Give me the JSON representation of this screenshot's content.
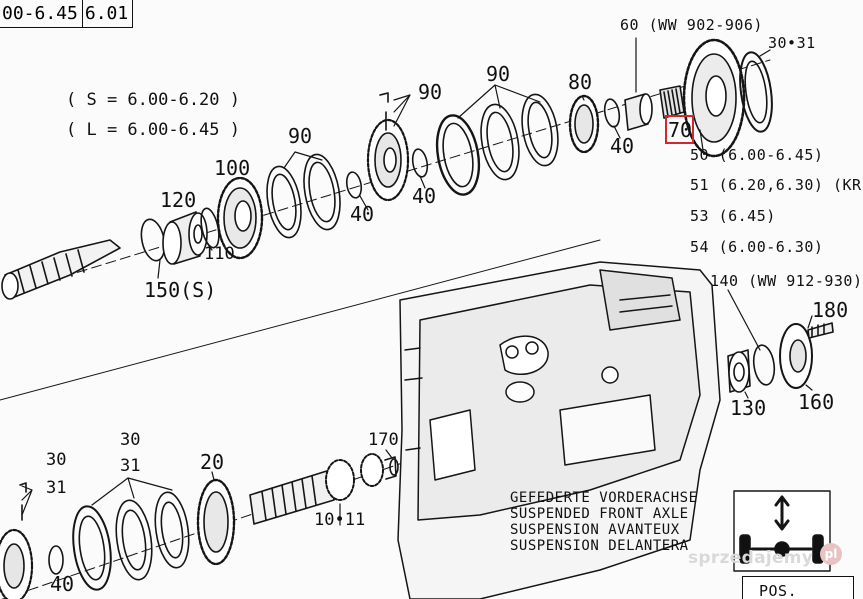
{
  "header": {
    "ref_a": "00-6.45",
    "ref_b": "6.01"
  },
  "models": {
    "s_line": "( S  =  6.00-6.20 )",
    "l_line": "( L  =  6.00-6.45 )"
  },
  "callouts": {
    "c60": "60 (WW 902-906)",
    "c3031_top": "30•31",
    "c90_a": "90",
    "c90_b": "90",
    "c90_c": "90",
    "c80": "80",
    "c40_a": "40",
    "c40_b": "40",
    "c40_c": "40",
    "c70": "70",
    "c100": "100",
    "c120": "120",
    "c110": "110",
    "c150": "150(S)",
    "c50": "50 (6.00-6.45)",
    "c51": "51 (6.20,6.30) (KR)",
    "c53": "53 (6.45)",
    "c54": "54 (6.00-6.30)",
    "c140": "140 (WW 912-930)",
    "c180": "180",
    "c130": "130",
    "c160": "160",
    "c170": "170",
    "c30_left": "30",
    "c31_left": "31",
    "c30_mid": "30",
    "c31_mid": "31",
    "c20": "20",
    "c1011": "10•11",
    "c40_bottom": "40"
  },
  "note": {
    "line_de": "GEFEDERTE  VORDERACHSE",
    "line_en": "SUSPENDED  FRONT AXLE",
    "line_fr": "SUSPENSION AVANTEUX",
    "line_es": "SUSPENSION DELANTERA"
  },
  "pos_label": "POS.",
  "watermark": {
    "text": "sprzedajemy",
    "badge": "pl"
  },
  "highlight_color": "#d0282d"
}
